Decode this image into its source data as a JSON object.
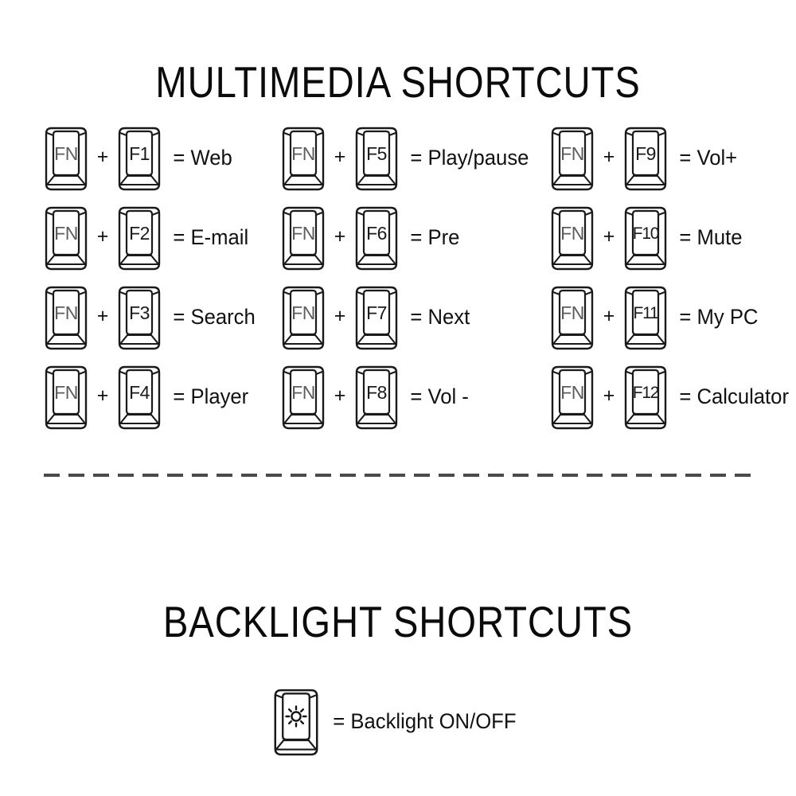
{
  "sections": {
    "multimedia": {
      "title": "MULTIMEDIA SHORTCUTS",
      "modifier_label": "FN",
      "plus_symbol": "+",
      "columns": [
        {
          "rows": [
            {
              "modifier": "FN",
              "plus": "+",
              "key": "F1",
              "action": "= Web"
            },
            {
              "modifier": "FN",
              "plus": "+",
              "key": "F2",
              "action": "= E-mail"
            },
            {
              "modifier": "FN",
              "plus": "+",
              "key": "F3",
              "action": "= Search"
            },
            {
              "modifier": "FN",
              "plus": "+",
              "key": "F4",
              "action": "= Player"
            }
          ]
        },
        {
          "rows": [
            {
              "modifier": "FN",
              "plus": "+",
              "key": "F5",
              "action": "= Play/pause"
            },
            {
              "modifier": "FN",
              "plus": "+",
              "key": "F6",
              "action": "= Pre"
            },
            {
              "modifier": "FN",
              "plus": "+",
              "key": "F7",
              "action": "= Next"
            },
            {
              "modifier": "FN",
              "plus": "+",
              "key": "F8",
              "action": "= Vol -"
            }
          ]
        },
        {
          "rows": [
            {
              "modifier": "FN",
              "plus": "+",
              "key": "F9",
              "action": "= Vol+"
            },
            {
              "modifier": "FN",
              "plus": "+",
              "key": "F10",
              "action": "= Mute"
            },
            {
              "modifier": "FN",
              "plus": "+",
              "key": "F11",
              "action": "= My PC"
            },
            {
              "modifier": "FN",
              "plus": "+",
              "key": "F12",
              "action": "= Calculator"
            }
          ]
        }
      ]
    },
    "backlight": {
      "title": "BACKLIGHT SHORTCUTS",
      "key_icon": "sun-brightness-icon",
      "action": "= Backlight ON/OFF"
    }
  },
  "colors": {
    "background": "#ffffff",
    "outline": "#1a1a1a",
    "text": "#111111",
    "modifier_text": "#5c5c5c",
    "divider": "#4a4a4a"
  }
}
